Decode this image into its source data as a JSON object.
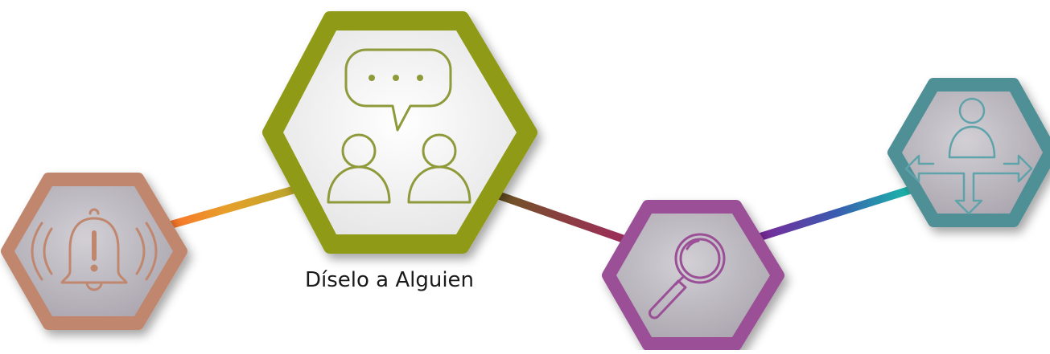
{
  "caption": "Díselo a Alguien",
  "colors": {
    "alert": "#c0876e",
    "talk": "#8f9a12",
    "search": "#9a4f96",
    "choice": "#4f8f96",
    "hex_fill": "#bdb8c0",
    "talk_fill": "#f2f2f2"
  },
  "nodes": [
    {
      "id": "alert",
      "icon": "alarm-bell-icon"
    },
    {
      "id": "talk",
      "icon": "conversation-icon"
    },
    {
      "id": "search",
      "icon": "magnifier-icon"
    },
    {
      "id": "choice",
      "icon": "decision-arrows-icon"
    }
  ]
}
